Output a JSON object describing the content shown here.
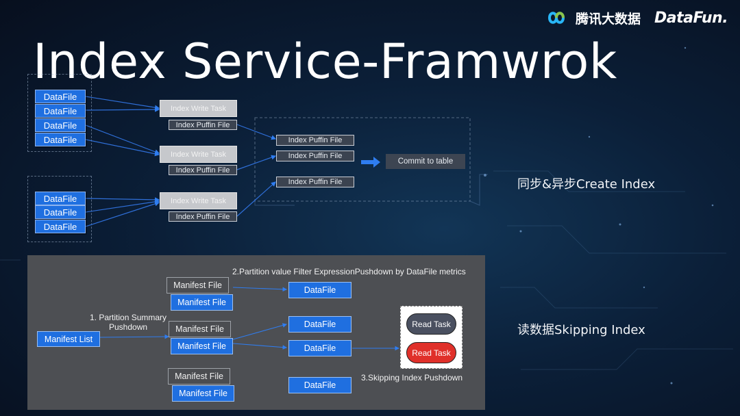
{
  "title": "Index Service-Framwrok",
  "logos": {
    "tencent": "腾讯大数据",
    "datafun": "DataFun."
  },
  "write": {
    "datafiles_group1": [
      "DataFile",
      "DataFile",
      "DataFile",
      "DataFile"
    ],
    "datafiles_group2": [
      "DataFile",
      "DataFile",
      "DataFile"
    ],
    "write_tasks": [
      "Index Write Task",
      "Index Write Task",
      "Index Write Task"
    ],
    "puffin_files_left": [
      "Index Puffin File",
      "Index Puffin File",
      "Index Puffin File"
    ],
    "puffin_files_right": [
      "Index Puffin File",
      "Index Puffin File",
      "Index Puffin File"
    ],
    "commit": "Commit to table",
    "side_label": "同步&异步Create Index"
  },
  "read": {
    "manifest_list": "Manifest  List",
    "manifest_files": [
      "Manifest  File",
      "Manifest  File",
      "Manifest  File",
      "Manifest  File",
      "Manifest  File",
      "Manifest  File"
    ],
    "datafiles": [
      "DataFile",
      "DataFile",
      "DataFile",
      "DataFile"
    ],
    "annotation_1": "1. Partition Summary\nPushdown",
    "annotation_2": "2.Partition value Filter ExpressionPushdown by DataFile metrics",
    "annotation_3": "3.Skipping Index Pushdown",
    "read_tasks": [
      "Read Task",
      "Read Task"
    ],
    "side_label": "读数据Skipping Index"
  },
  "colors": {
    "blue": "#1f6fe0",
    "panel": "#4d4f53",
    "red_pill": "#e0302a",
    "grey_pill": "#4a5060"
  }
}
